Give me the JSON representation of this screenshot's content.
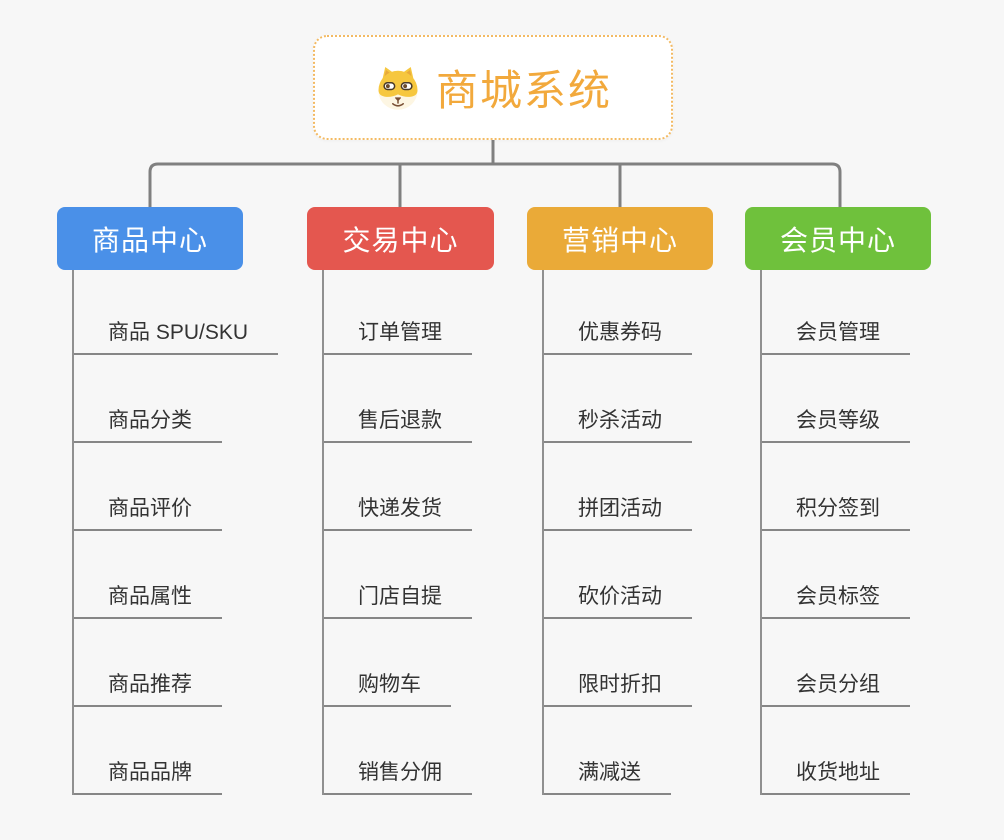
{
  "root": {
    "title": "商城系统",
    "icon": "shiba-dog-icon",
    "title_color": "#F2A93C",
    "border_color": "#F3BA63"
  },
  "connector": {
    "color": "#808080"
  },
  "branches": [
    {
      "label": "商品中心",
      "color": "#4A90E8",
      "items": [
        "商品 SPU/SKU",
        "商品分类",
        "商品评价",
        "商品属性",
        "商品推荐",
        "商品品牌"
      ]
    },
    {
      "label": "交易中心",
      "color": "#E4574F",
      "items": [
        "订单管理",
        "售后退款",
        "快递发货",
        "门店自提",
        "购物车",
        "销售分佣"
      ]
    },
    {
      "label": "营销中心",
      "color": "#EAAA38",
      "items": [
        "优惠券码",
        "秒杀活动",
        "拼团活动",
        "砍价活动",
        "限时折扣",
        "满减送"
      ]
    },
    {
      "label": "会员中心",
      "color": "#6FC13C",
      "items": [
        "会员管理",
        "会员等级",
        "积分签到",
        "会员标签",
        "会员分组",
        "收货地址"
      ]
    }
  ]
}
